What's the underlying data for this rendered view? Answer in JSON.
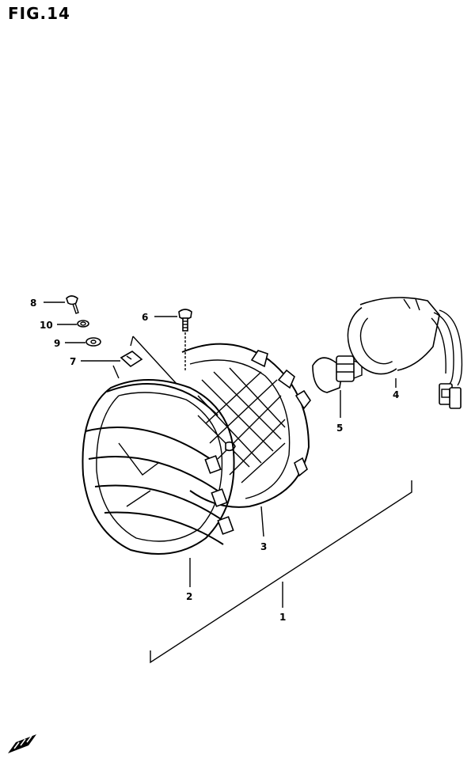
{
  "figure": {
    "title": "FIG.14"
  },
  "callouts": [
    {
      "id": "8",
      "label": "8"
    },
    {
      "id": "10",
      "label": "10"
    },
    {
      "id": "9",
      "label": "9"
    },
    {
      "id": "7",
      "label": "7"
    },
    {
      "id": "6",
      "label": "6"
    },
    {
      "id": "5",
      "label": "5"
    },
    {
      "id": "4",
      "label": "4"
    },
    {
      "id": "3",
      "label": "3"
    },
    {
      "id": "2",
      "label": "2"
    },
    {
      "id": "1",
      "label": "1"
    }
  ]
}
